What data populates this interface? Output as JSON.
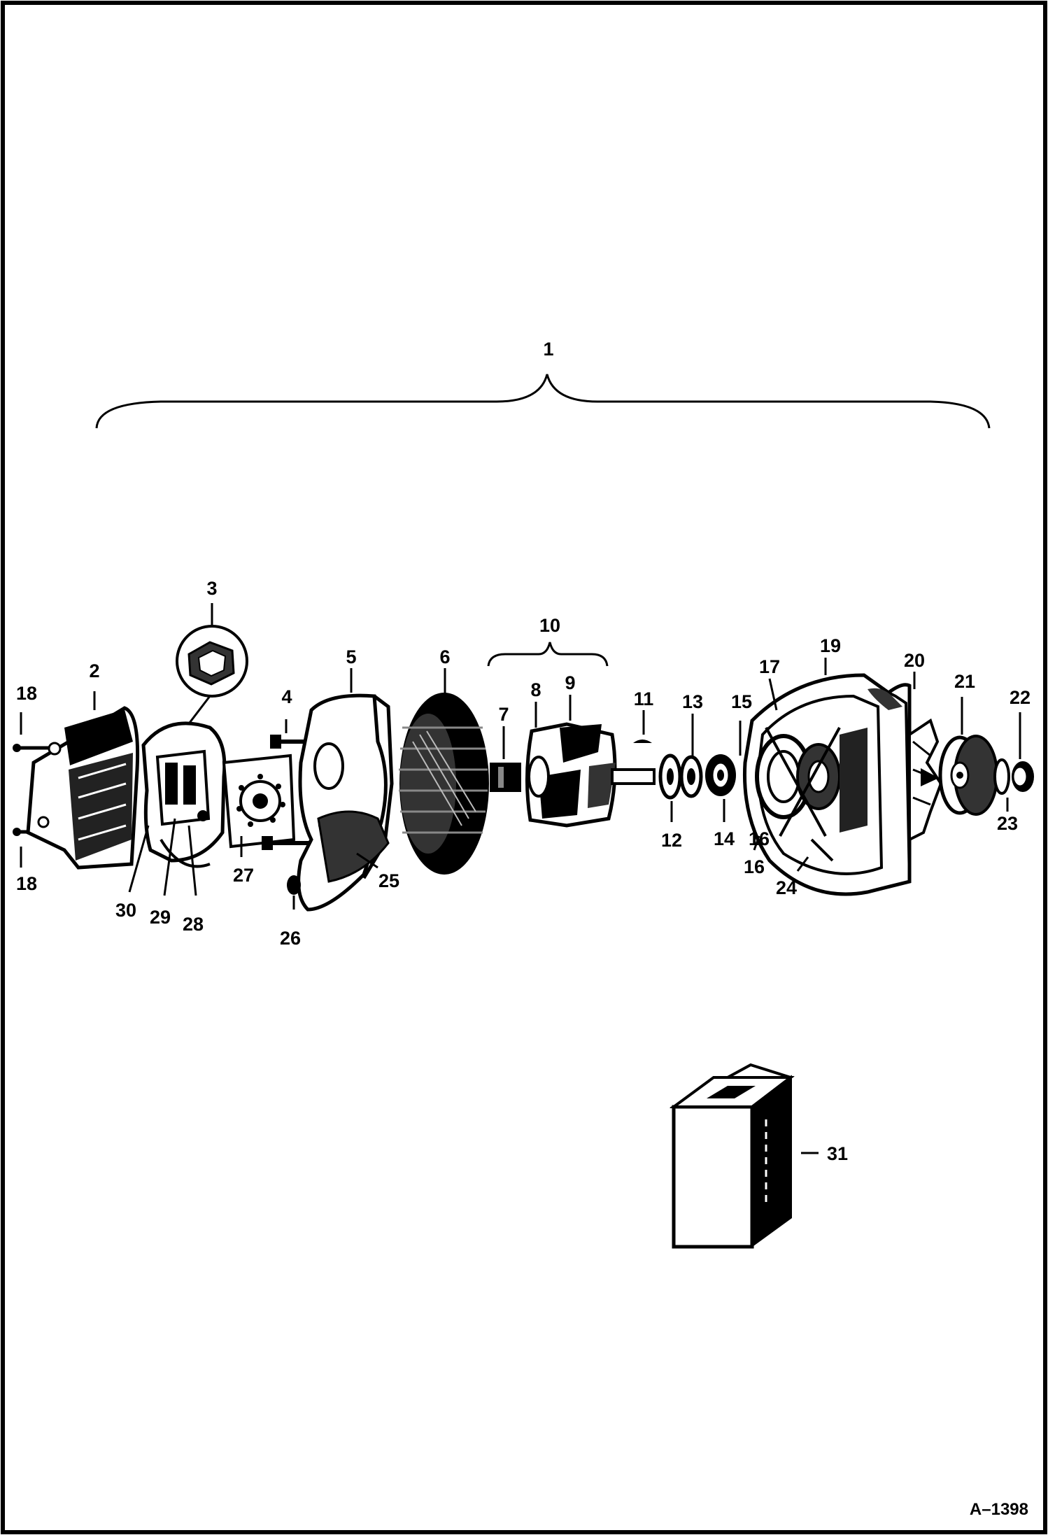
{
  "drawing_id": "A–1398",
  "callouts": {
    "c1": "1",
    "c2": "2",
    "c3": "3",
    "c4": "4",
    "c5": "5",
    "c6": "6",
    "c7": "7",
    "c8": "8",
    "c9": "9",
    "c10": "10",
    "c11": "11",
    "c12": "12",
    "c13": "13",
    "c14": "14",
    "c15": "15",
    "c16a": "16",
    "c16b": "16",
    "c17": "17",
    "c18a": "18",
    "c18b": "18",
    "c19": "19",
    "c20": "20",
    "c21": "21",
    "c22": "22",
    "c23": "23",
    "c24": "24",
    "c25": "25",
    "c26": "26",
    "c27": "27",
    "c28": "28",
    "c29": "29",
    "c30": "30",
    "c31": "31"
  }
}
